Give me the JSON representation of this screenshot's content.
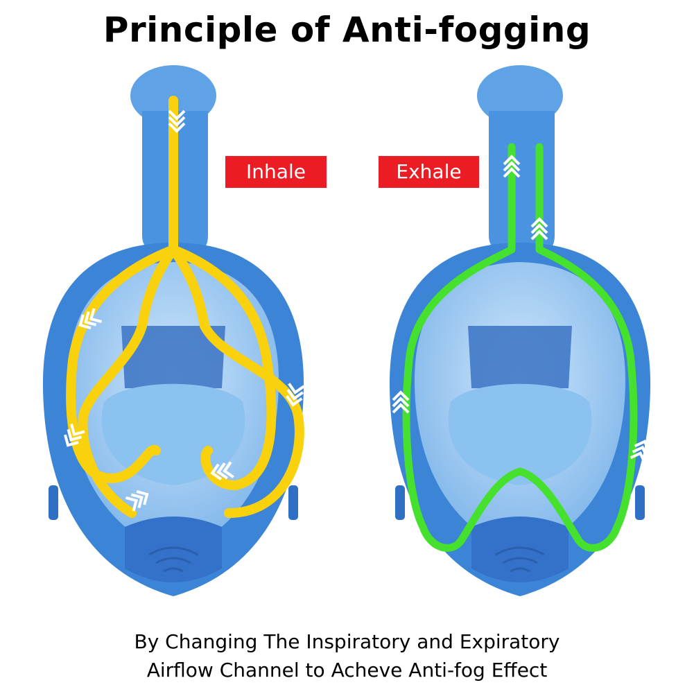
{
  "title": "Principle of Anti-fogging",
  "labels": {
    "inhale": "Inhale",
    "exhale": "Exhale"
  },
  "caption": {
    "line1": "By Changing The Inspiratory and Expiratory",
    "line2": "Airflow Channel to Acheve Anti-fog Effect"
  },
  "colors": {
    "mask_blue": "#4a93e0",
    "mask_dark": "#2f6fc2",
    "mask_light": "#9fcdf4",
    "inhale_flow": "#f9d10d",
    "exhale_flow": "#46e02e",
    "label_red": "#ec1c24",
    "arrow_white": "#ffffff"
  },
  "icons": [
    "snorkel-icon",
    "chevron-arrow-icon"
  ]
}
